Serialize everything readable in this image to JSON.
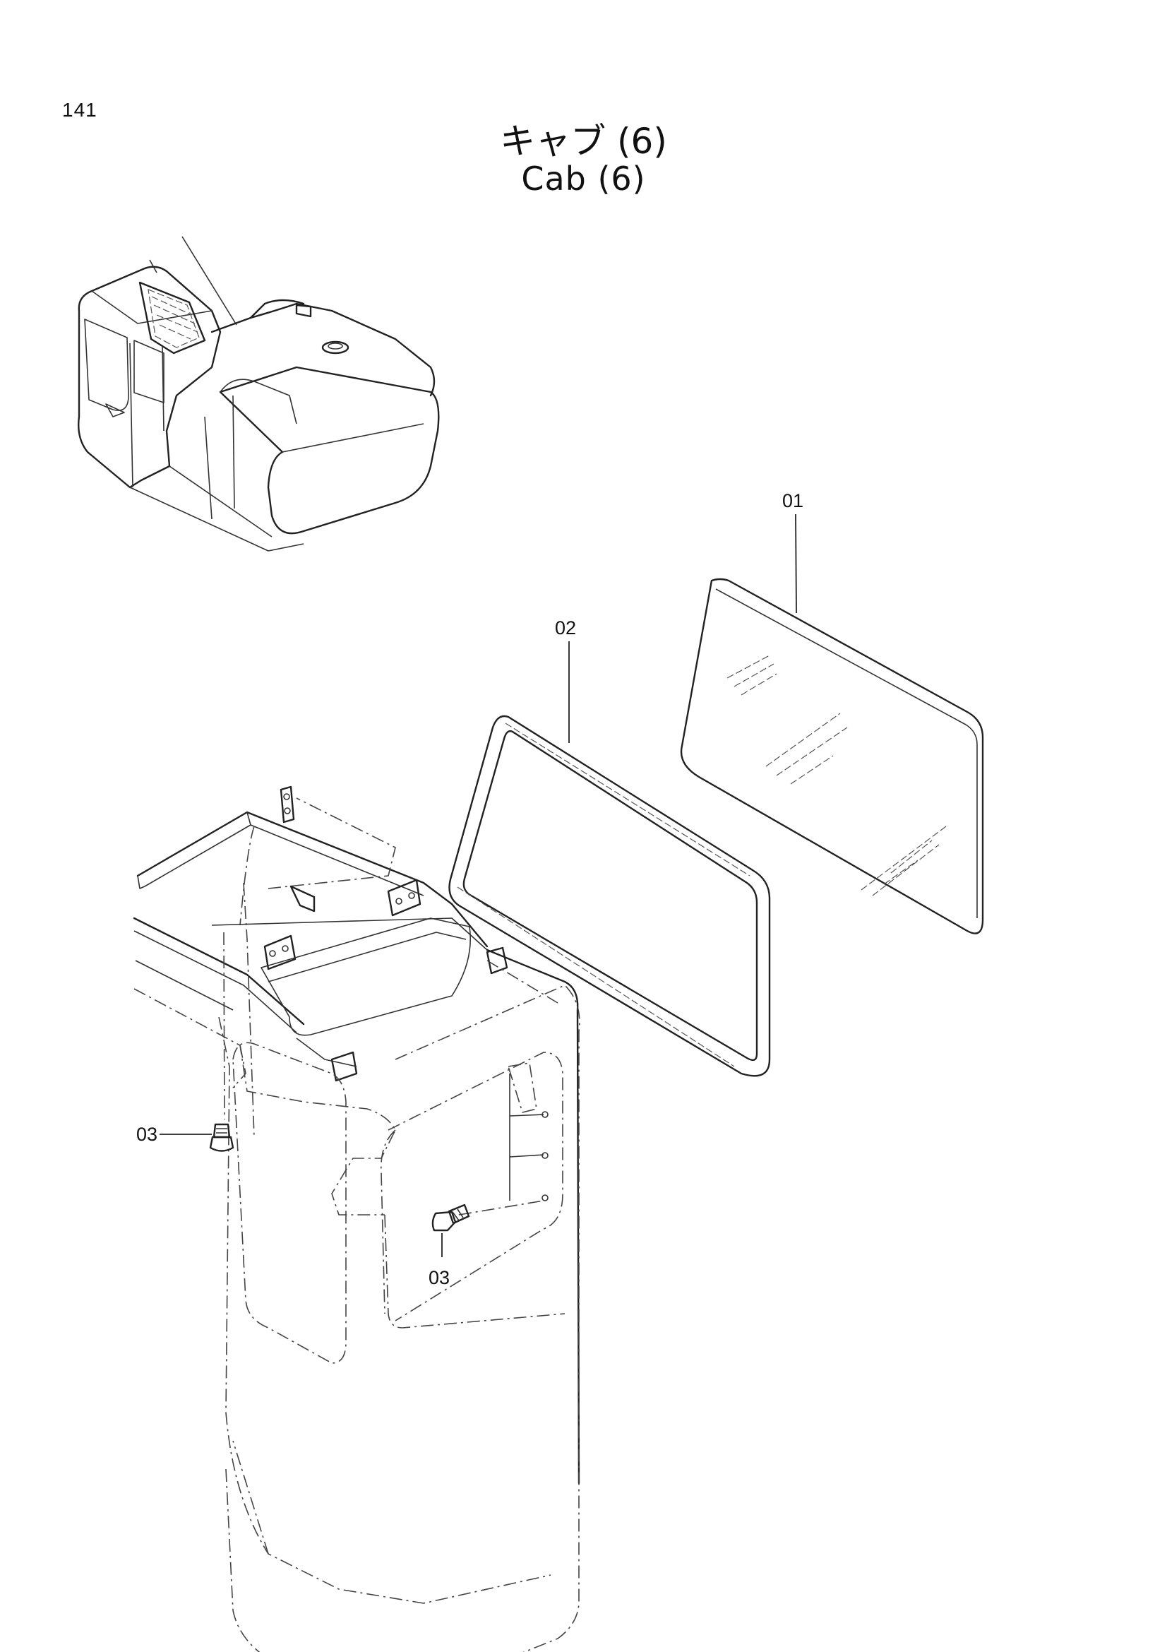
{
  "page_number": "141",
  "title_jp": "キャブ (6)",
  "title_en": "Cab (6)",
  "callouts": {
    "part_01": "01",
    "part_02": "02",
    "part_03_left": "03",
    "part_03_right": "03"
  }
}
